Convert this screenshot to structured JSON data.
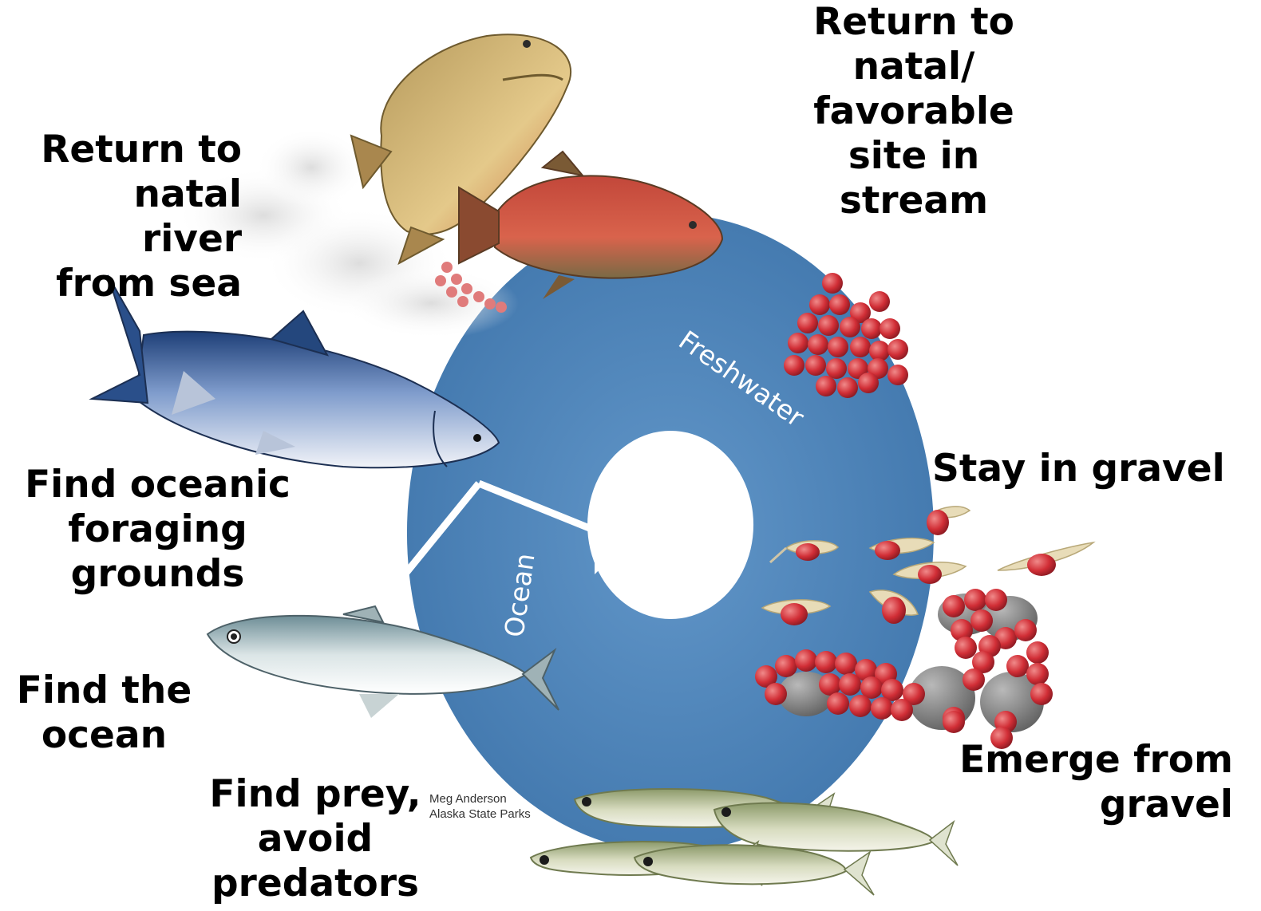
{
  "ring": {
    "freshwater_label": "Freshwater",
    "ocean_label": "Ocean",
    "ring_color": "#4a80b5"
  },
  "stages": [
    {
      "id": "return-sea",
      "text": "Return to\nnatal river\nfrom sea"
    },
    {
      "id": "return-stream",
      "text": "Return to\nnatal/\nfavorable\nsite in\nstream"
    },
    {
      "id": "stay-gravel",
      "text": "Stay in gravel"
    },
    {
      "id": "emerge-gravel",
      "text": "Emerge from\ngravel"
    },
    {
      "id": "find-prey",
      "text": "Find prey,\navoid\npredators"
    },
    {
      "id": "find-ocean",
      "text": "Find the\nocean"
    },
    {
      "id": "find-foraging",
      "text": "Find oceanic\nforaging\ngrounds"
    }
  ],
  "credit": {
    "text": "Meg Anderson\nAlaska State Parks"
  },
  "icons": [
    "spawning-adult-salmon-icon",
    "female-salmon-icon",
    "salmon-egg-cluster-icon",
    "alevin-icon",
    "gravel-stone-icon",
    "fry-icon",
    "smolt-icon",
    "ocean-adult-salmon-icon"
  ]
}
